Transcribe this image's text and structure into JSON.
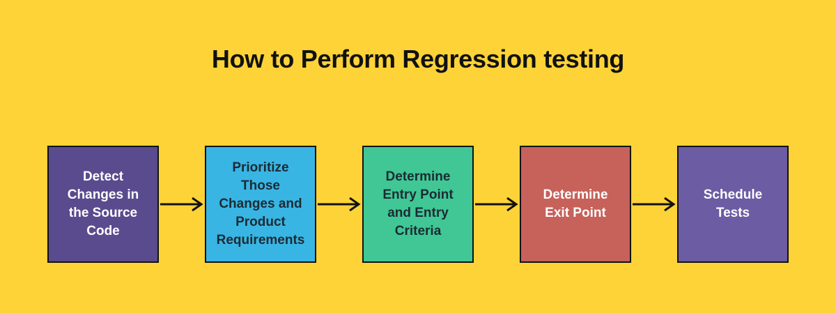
{
  "background_color": "#FDD337",
  "title": {
    "text": "How to Perform Regression testing",
    "color": "#111111"
  },
  "flow": {
    "border_color": "#111111",
    "connector_color": "#111111",
    "steps": [
      {
        "id": "detect-changes",
        "label": "Detect\nChanges in\nthe Source\nCode",
        "bg_color": "#594B8D",
        "text_color": "#FFFFFF"
      },
      {
        "id": "prioritize-changes",
        "label": "Prioritize\nThose\nChanges and\nProduct\nRequirements",
        "bg_color": "#39B5E4",
        "text_color": "#1B2B33"
      },
      {
        "id": "determine-entry-point",
        "label": "Determine\nEntry Point\nand Entry\nCriteria",
        "bg_color": "#40C795",
        "text_color": "#1B2B33"
      },
      {
        "id": "determine-exit-point",
        "label": "Determine\nExit Point",
        "bg_color": "#C6625A",
        "text_color": "#FFFFFF"
      },
      {
        "id": "schedule-tests",
        "label": "Schedule\nTests",
        "bg_color": "#6B5CA3",
        "text_color": "#FFFFFF"
      }
    ]
  }
}
